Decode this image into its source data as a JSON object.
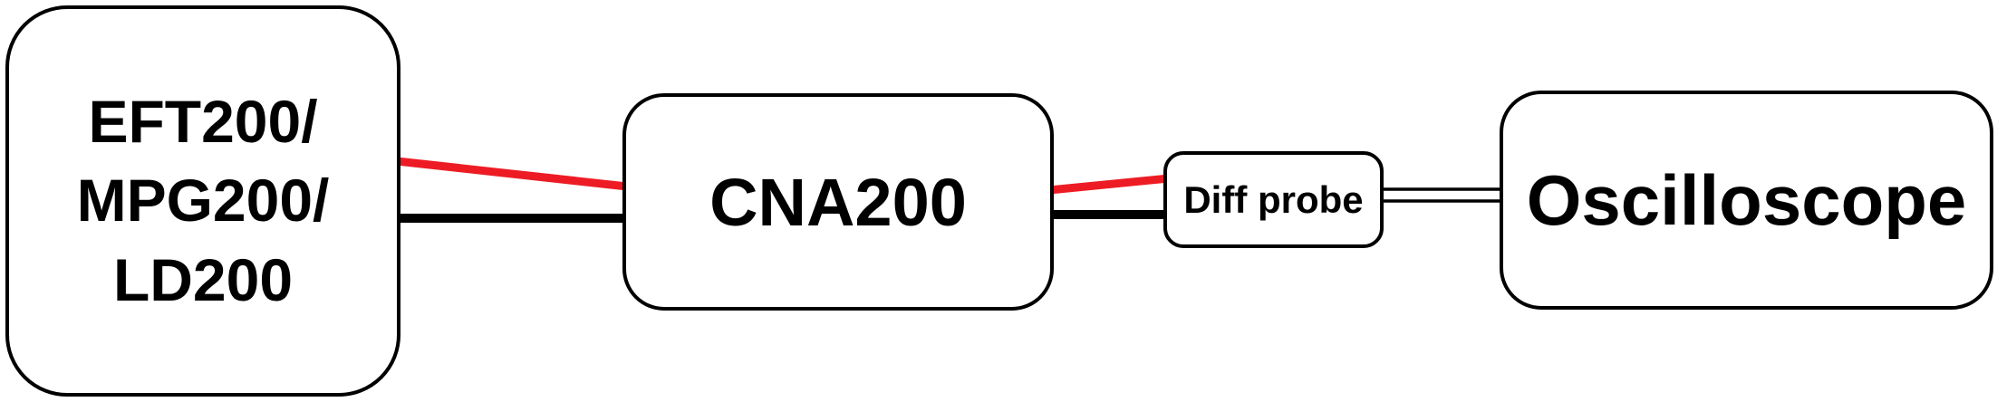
{
  "diagram": {
    "nodes": {
      "source": {
        "label_lines": [
          "EFT200/",
          "MPG200/",
          "LD200"
        ]
      },
      "cna": {
        "label": "CNA200"
      },
      "probe": {
        "label": "Diff probe"
      },
      "scope": {
        "label": "Oscilloscope"
      }
    },
    "colors": {
      "wire_red": "#ed1c24",
      "wire_black": "#000000"
    },
    "connections": [
      {
        "from": "source",
        "to": "cna",
        "wires": [
          "red",
          "black"
        ]
      },
      {
        "from": "cna",
        "to": "probe",
        "wires": [
          "red",
          "black"
        ]
      },
      {
        "from": "probe",
        "to": "scope",
        "wires": [
          "double-line"
        ]
      }
    ]
  }
}
